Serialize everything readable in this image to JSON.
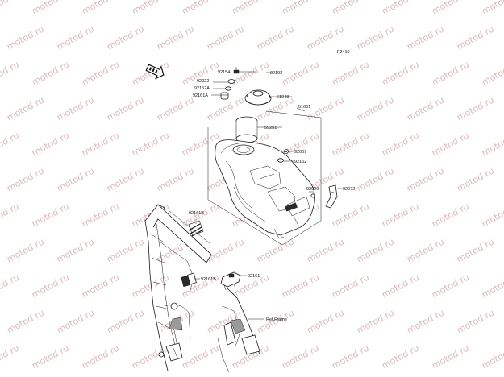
{
  "diagram_code": "F2410",
  "watermark_text": "motod.ru",
  "colors": {
    "watermark": "#d8bcbc",
    "lines": "#1a1a1a",
    "background": "#ffffff"
  },
  "parts": [
    {
      "id": "92154",
      "label": "92154"
    },
    {
      "id": "92192",
      "label": "92192"
    },
    {
      "id": "92022",
      "label": "92022"
    },
    {
      "id": "92152a",
      "label": "92152A"
    },
    {
      "id": "92161a",
      "label": "92161A"
    },
    {
      "id": "51048",
      "label": "51048"
    },
    {
      "id": "51001",
      "label": "51001"
    },
    {
      "id": "59251",
      "label": "59251"
    },
    {
      "id": "92009a",
      "label": "92009"
    },
    {
      "id": "92152",
      "label": "92152"
    },
    {
      "id": "92009b",
      "label": "92009"
    },
    {
      "id": "92072",
      "label": "92072"
    },
    {
      "id": "92161b",
      "label": "92161B"
    },
    {
      "id": "92161b2",
      "label": "92161B"
    },
    {
      "id": "92161",
      "label": "92161"
    }
  ],
  "ref_frame": "Ref.Frame",
  "front_icon": "front-arrow-icon"
}
